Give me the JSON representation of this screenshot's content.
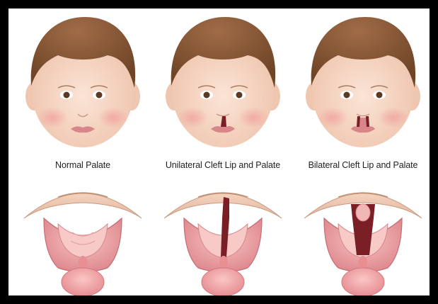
{
  "captions": {
    "normal": "Normal Palate",
    "unilateral": "Unilateral Cleft Lip and Palate",
    "bilateral": "Bilateral Cleft Lip and Palate"
  },
  "colors": {
    "frame": "#000000",
    "hair": "#8a5a3a",
    "skin": "#f6d7c3",
    "cheek": "#f1a9a0",
    "lip": "#d9868a",
    "cleft": "#7a1f26",
    "gum": "#e99a9e",
    "tongue": "#f2a7a8"
  }
}
